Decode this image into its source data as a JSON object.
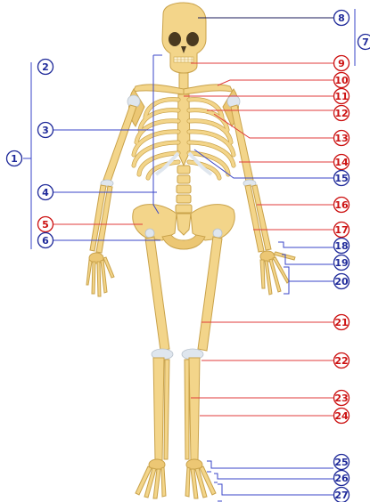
{
  "diagram": {
    "colors": {
      "bone_fill": "#f3d58a",
      "bone_stroke": "#c9a24a",
      "bone_shadow": "#e2bb62",
      "blue": "#1f2a9a",
      "red": "#cc1111",
      "line_blue": "#3a46c8",
      "line_red": "#e23b3b",
      "dark_line": "#1a1a5a",
      "marker_fill": "#ffffff"
    },
    "labels": [
      {
        "id": "1",
        "text": "1",
        "color": "blue"
      },
      {
        "id": "2",
        "text": "2",
        "color": "blue"
      },
      {
        "id": "3",
        "text": "3",
        "color": "blue"
      },
      {
        "id": "4",
        "text": "4",
        "color": "blue"
      },
      {
        "id": "5",
        "text": "5",
        "color": "red"
      },
      {
        "id": "6",
        "text": "6",
        "color": "blue"
      },
      {
        "id": "7",
        "text": "7",
        "color": "blue"
      },
      {
        "id": "8",
        "text": "8",
        "color": "blue"
      },
      {
        "id": "9",
        "text": "9",
        "color": "red"
      },
      {
        "id": "10",
        "text": "10",
        "color": "red"
      },
      {
        "id": "11",
        "text": "11",
        "color": "red"
      },
      {
        "id": "12",
        "text": "12",
        "color": "red"
      },
      {
        "id": "13",
        "text": "13",
        "color": "red"
      },
      {
        "id": "14",
        "text": "14",
        "color": "red"
      },
      {
        "id": "15",
        "text": "15",
        "color": "blue"
      },
      {
        "id": "16",
        "text": "16",
        "color": "red"
      },
      {
        "id": "17",
        "text": "17",
        "color": "red"
      },
      {
        "id": "18",
        "text": "18",
        "color": "blue"
      },
      {
        "id": "19",
        "text": "19",
        "color": "blue"
      },
      {
        "id": "20",
        "text": "20",
        "color": "blue"
      },
      {
        "id": "21",
        "text": "21",
        "color": "red"
      },
      {
        "id": "22",
        "text": "22",
        "color": "red"
      },
      {
        "id": "23",
        "text": "23",
        "color": "red"
      },
      {
        "id": "24",
        "text": "24",
        "color": "red"
      },
      {
        "id": "25",
        "text": "25",
        "color": "blue"
      },
      {
        "id": "26",
        "text": "26",
        "color": "blue"
      },
      {
        "id": "27",
        "text": "27",
        "color": "blue"
      }
    ]
  }
}
